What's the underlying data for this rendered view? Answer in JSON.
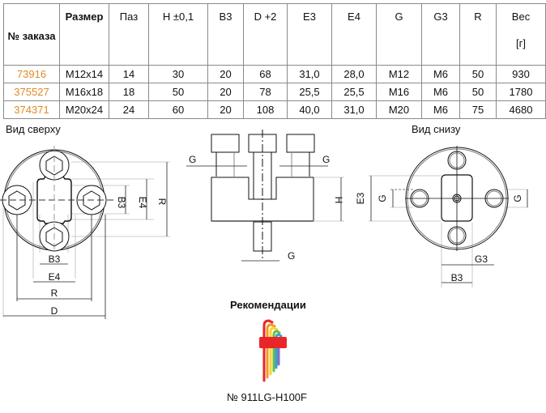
{
  "table": {
    "headers": {
      "order": "№ заказа",
      "size": "Размер",
      "slot": "Паз",
      "h": "H ±0,1",
      "b3": "B3",
      "d": "D +2",
      "e3": "E3",
      "e4": "E4",
      "g": "G",
      "g3": "G3",
      "r": "R",
      "weight": "Вес",
      "weight_unit": "[г]"
    },
    "rows": [
      {
        "order": "73916",
        "size": "M12x14",
        "slot": "14",
        "h": "30",
        "b3": "20",
        "d": "68",
        "e3": "31,0",
        "e4": "28,0",
        "g": "M12",
        "g3": "M6",
        "r": "50",
        "weight": "930"
      },
      {
        "order": "375527",
        "size": "M16x18",
        "slot": "18",
        "h": "50",
        "b3": "20",
        "d": "78",
        "e3": "25,5",
        "e4": "25,5",
        "g": "M16",
        "g3": "M6",
        "r": "50",
        "weight": "1780"
      },
      {
        "order": "374371",
        "size": "M20x24",
        "slot": "24",
        "h": "60",
        "b3": "20",
        "d": "108",
        "e3": "40,0",
        "e4": "31,0",
        "g": "M20",
        "g3": "M6",
        "r": "75",
        "weight": "4680"
      }
    ]
  },
  "views": {
    "top_title": "Вид сверху",
    "bottom_title": "Вид снизу",
    "dims": {
      "b3": "B3",
      "e4": "E4",
      "r": "R",
      "d": "D",
      "g": "G",
      "h": "H",
      "e3": "E3",
      "g3": "G3"
    }
  },
  "recommendation": {
    "title": "Рекомендации",
    "article": "№ 911LG-H100F",
    "icon": "hex-key-set-icon"
  },
  "colors": {
    "order_number": "#e08a2a",
    "key_holder": "#e8262a"
  }
}
